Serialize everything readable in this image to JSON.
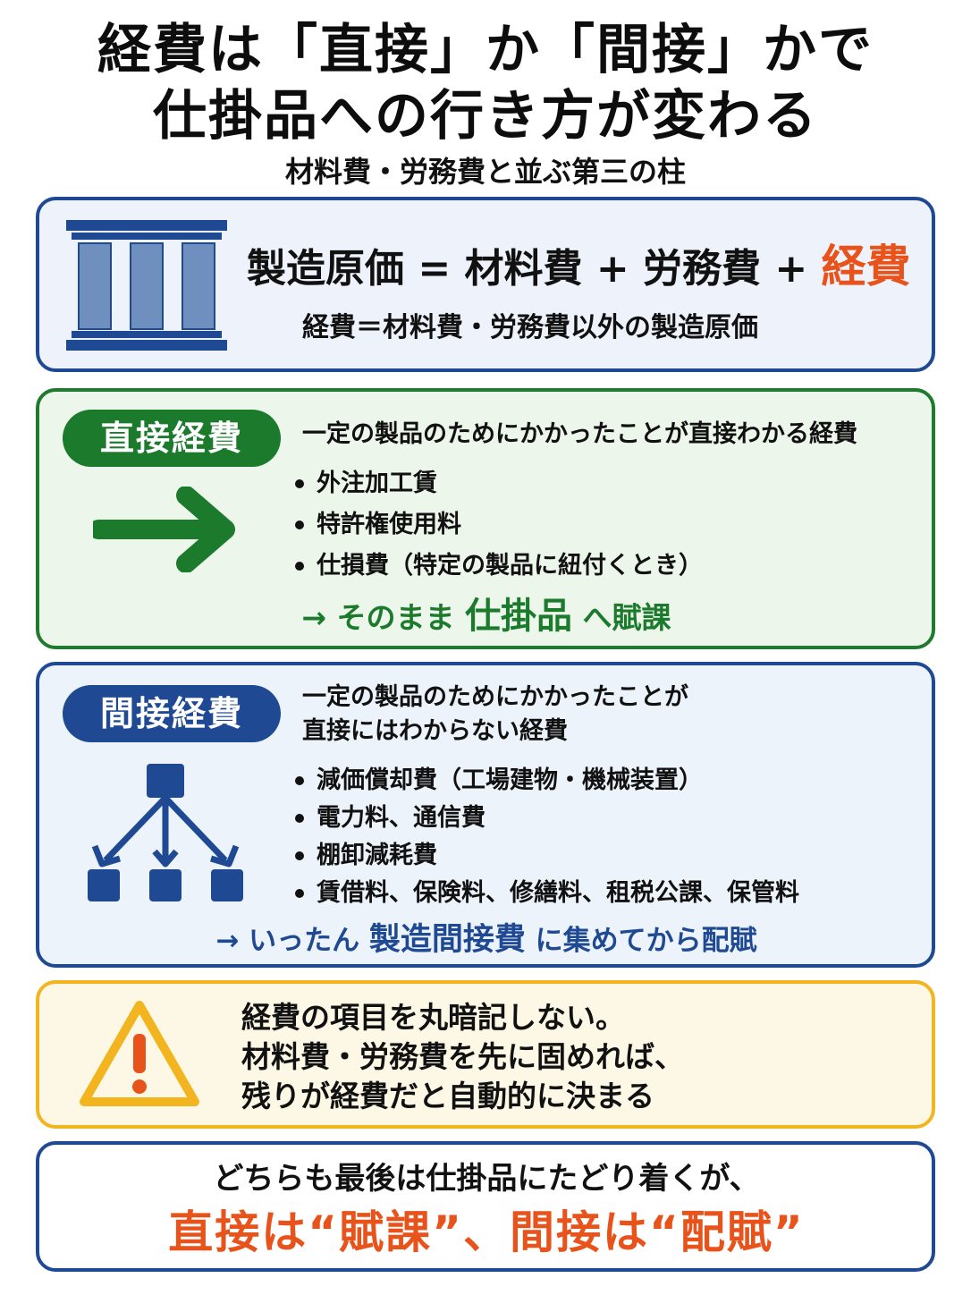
{
  "header": {
    "title_line1": "経費は「直接」か「間接」かで",
    "title_line2": "仕掛品への行き方が変わる",
    "subtitle": "材料費・労務費と並ぶ第三の柱"
  },
  "formula": {
    "icon": "pillars-icon",
    "expression": "製造原価 = 材料費 + 労務費 + ",
    "highlight": "経費",
    "definition": "経費＝材料費・労務費以外の製造原価"
  },
  "direct": {
    "badge": "直接経費",
    "icon": "arrow-right-icon",
    "description": "一定の製品のためにかかったことが直接わかる経費",
    "items": [
      "外注加工賃",
      "特許権使用料",
      "仕損費（特定の製品に紐付くとき）"
    ],
    "result_prefix": "→ そのまま ",
    "result_emphasis": "仕掛品",
    "result_suffix": " へ賦課"
  },
  "indirect": {
    "badge": "間接経費",
    "icon": "allocation-tree-icon",
    "description_line1": "一定の製品のためにかかったことが",
    "description_line2": "直接にはわからない経費",
    "items": [
      "減価償却費（工場建物・機械装置）",
      "電力料、通信費",
      "棚卸減耗費",
      "賃借料、保険料、修繕料、租税公課、保管料"
    ],
    "result_prefix": "→ いったん ",
    "result_emphasis": "製造間接費",
    "result_suffix": " に集めてから配賦"
  },
  "caution": {
    "icon": "warning-icon",
    "line1": "経費の項目を丸暗記しない。",
    "line2": "材料費・労務費を先に固めれば、",
    "line3": "残りが経費だと自動的に決まる"
  },
  "summary": {
    "line1": "どちらも最後は仕掛品にたどり着くが、",
    "line2": "直接は“賦課”、間接は“配賦”"
  },
  "colors": {
    "navy": "#1f4a93",
    "green": "#1c7a2d",
    "orange": "#e8531c",
    "yellow": "#f2b51f"
  }
}
